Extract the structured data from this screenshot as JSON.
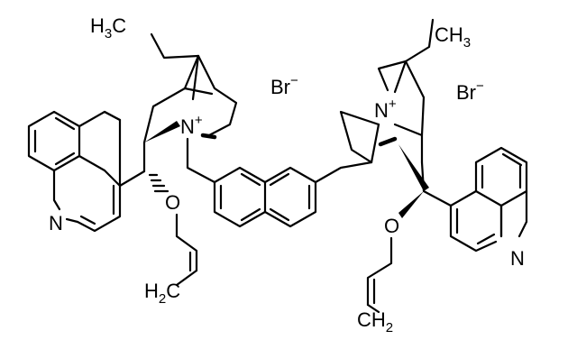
{
  "labels": {
    "h3c": {
      "main": "H",
      "sub": "3",
      "tail": "C"
    },
    "ch3": {
      "main": "CH",
      "sub": "3"
    },
    "h2c": {
      "main": "H",
      "sub": "2",
      "tail": "C"
    },
    "ch2": {
      "main": "CH",
      "sub": "2"
    },
    "n_plus_left": {
      "main": "N",
      "charge": "+"
    },
    "n_plus_right": {
      "main": "N",
      "charge": "+"
    },
    "o_left": "O",
    "o_right": "O",
    "n_quinoline_left": "N",
    "n_quinoline_right": "N",
    "br_left": {
      "main": "Br",
      "charge": "−"
    },
    "br_right": {
      "main": "Br",
      "charge": "−"
    }
  }
}
